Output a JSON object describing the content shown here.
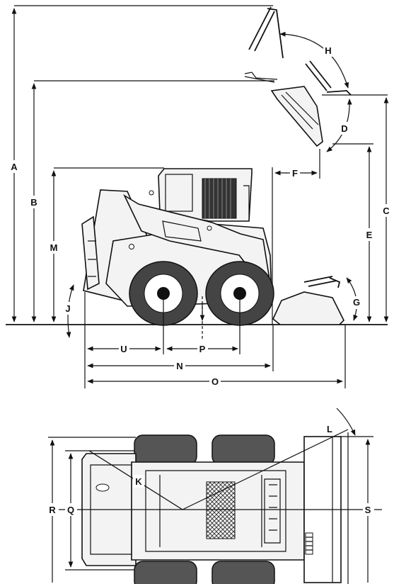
{
  "labels": {
    "A": "A",
    "B": "B",
    "C": "C",
    "D": "D",
    "E": "E",
    "F": "F",
    "G": "G",
    "H": "H",
    "J": "J",
    "K": "K",
    "L": "L",
    "M": "M",
    "N": "N",
    "O": "O",
    "P": "P",
    "Q": "Q",
    "R": "R",
    "S": "S",
    "U": "U"
  },
  "colors": {
    "line": "#111111",
    "tire": "#444444",
    "body": "#f3f3f3"
  }
}
